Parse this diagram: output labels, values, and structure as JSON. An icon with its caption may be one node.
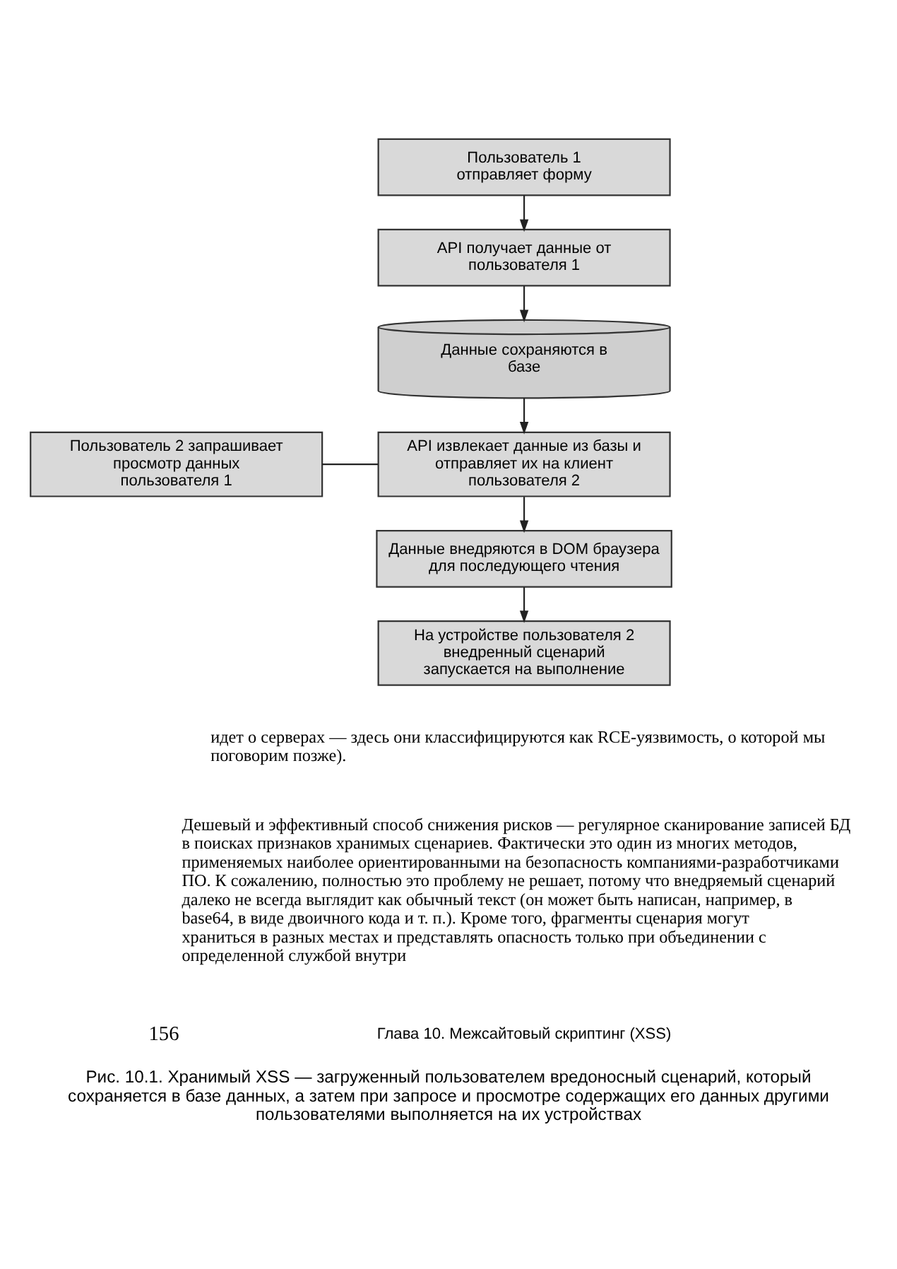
{
  "diagram": {
    "caption": "Рис. 10.1. Хранимый XSS — загруженный пользователем вредоносный сценарий, который сохраняется в базе данных, а затем при запросе и просмотре содержащих его данных другими пользователями выполняется на их устройствах",
    "nodes": [
      {
        "text": [
          "Пользователь 1 отправляет форму"
        ]
      },
      {
        "text": [
          "API получает данные от пользователя 1"
        ]
      },
      {
        "text": [
          "Данные сохраняются в базе"
        ]
      },
      {
        "text": [
          "Пользователь 2 запрашивает просмотр данных пользователя 1"
        ]
      },
      {
        "text": [
          "API извлекает данные из базы и отправляет их на клиент пользователя 2"
        ]
      },
      {
        "text": [
          "Данные внедряются в DOM браузера для последующего чтения"
        ]
      },
      {
        "text": [
          "На устройстве пользователя 2 внедренный сценарий запускается на выполнение"
        ]
      }
    ],
    "edges": [
      {
        "from": 0,
        "to": 1,
        "arrow": "to"
      },
      {
        "from": 1,
        "to": 2,
        "arrow": "to"
      },
      {
        "from": 2,
        "to": 4,
        "arrow": "to"
      },
      {
        "from": 3,
        "to": 4,
        "arrow": "none"
      },
      {
        "from": 4,
        "to": 5,
        "arrow": "to"
      },
      {
        "from": 5,
        "to": 6,
        "arrow": "to"
      }
    ],
    "labels": [
      "идет о серверах — здесь они классифицируются как RCE-уязвимость, о которой мы поговорим позже).",
      "Дешевый и эффективный способ снижения рисков — регулярное сканирование записей БД в поисках признаков хранимых сценариев. Фактически это один из многих методов, применяемых наиболее ориентированными на безопасность компаниями-разработчиками ПО. К сожалению, полностью это проблему не решает, потому что внедряемый сценарий далеко не всегда выглядит как обычный текст (он может быть написан, например, в base64, в виде двоичного кода и т. п.). Кроме того, фрагменты сценария могут храниться в разных местах и представлять опасность только при объединении с определенной службой внутри",
      "156",
      "Глава 10. Межсайтовый скриптинг (XSS)"
    ]
  }
}
